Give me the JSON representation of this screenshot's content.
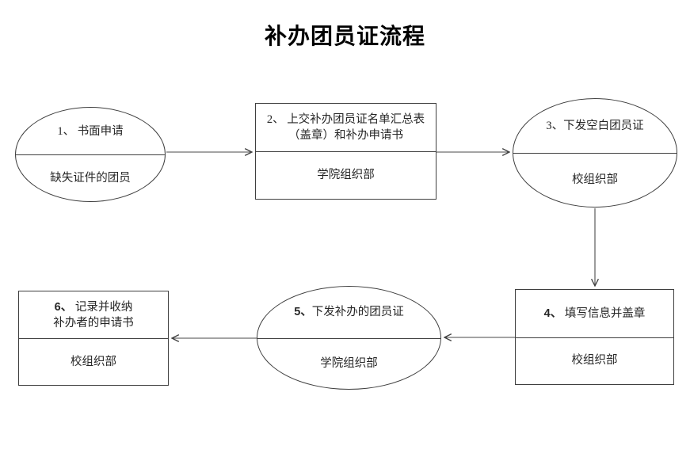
{
  "title": "补办团员证流程",
  "colors": {
    "background": "#ffffff",
    "line": "#3f3f3f",
    "text": "#262626",
    "title": "#000000"
  },
  "nodes": [
    {
      "id": "1",
      "shape": "ellipse",
      "number": "1、",
      "action_lines": [
        "书面申请"
      ],
      "actor": "缺失证件的团员",
      "number_bold": false
    },
    {
      "id": "2",
      "shape": "rect",
      "number": "2、",
      "action_lines": [
        "上交补办团员证名单汇总表",
        "（盖章）和补办申请书"
      ],
      "actor": "学院组织部",
      "number_bold": false
    },
    {
      "id": "3",
      "shape": "ellipse",
      "number": "3、",
      "action_lines": [
        "下发空白团员证"
      ],
      "actor": "校组织部",
      "number_bold": false
    },
    {
      "id": "4",
      "shape": "rect",
      "number": "4、",
      "action_lines": [
        "填写信息并盖章"
      ],
      "actor": "校组织部",
      "number_bold": true
    },
    {
      "id": "5",
      "shape": "ellipse",
      "number": "5、",
      "action_lines": [
        "下发补办的团员证"
      ],
      "actor": "学院组织部",
      "number_bold": true
    },
    {
      "id": "6",
      "shape": "rect",
      "number": "6、",
      "action_lines": [
        "记录并收纳",
        "补办者的申请书"
      ],
      "actor": "校组织部",
      "number_bold": true
    }
  ],
  "edges": [
    {
      "from": "1",
      "to": "2"
    },
    {
      "from": "2",
      "to": "3"
    },
    {
      "from": "3",
      "to": "4"
    },
    {
      "from": "4",
      "to": "5"
    },
    {
      "from": "5",
      "to": "6"
    }
  ]
}
